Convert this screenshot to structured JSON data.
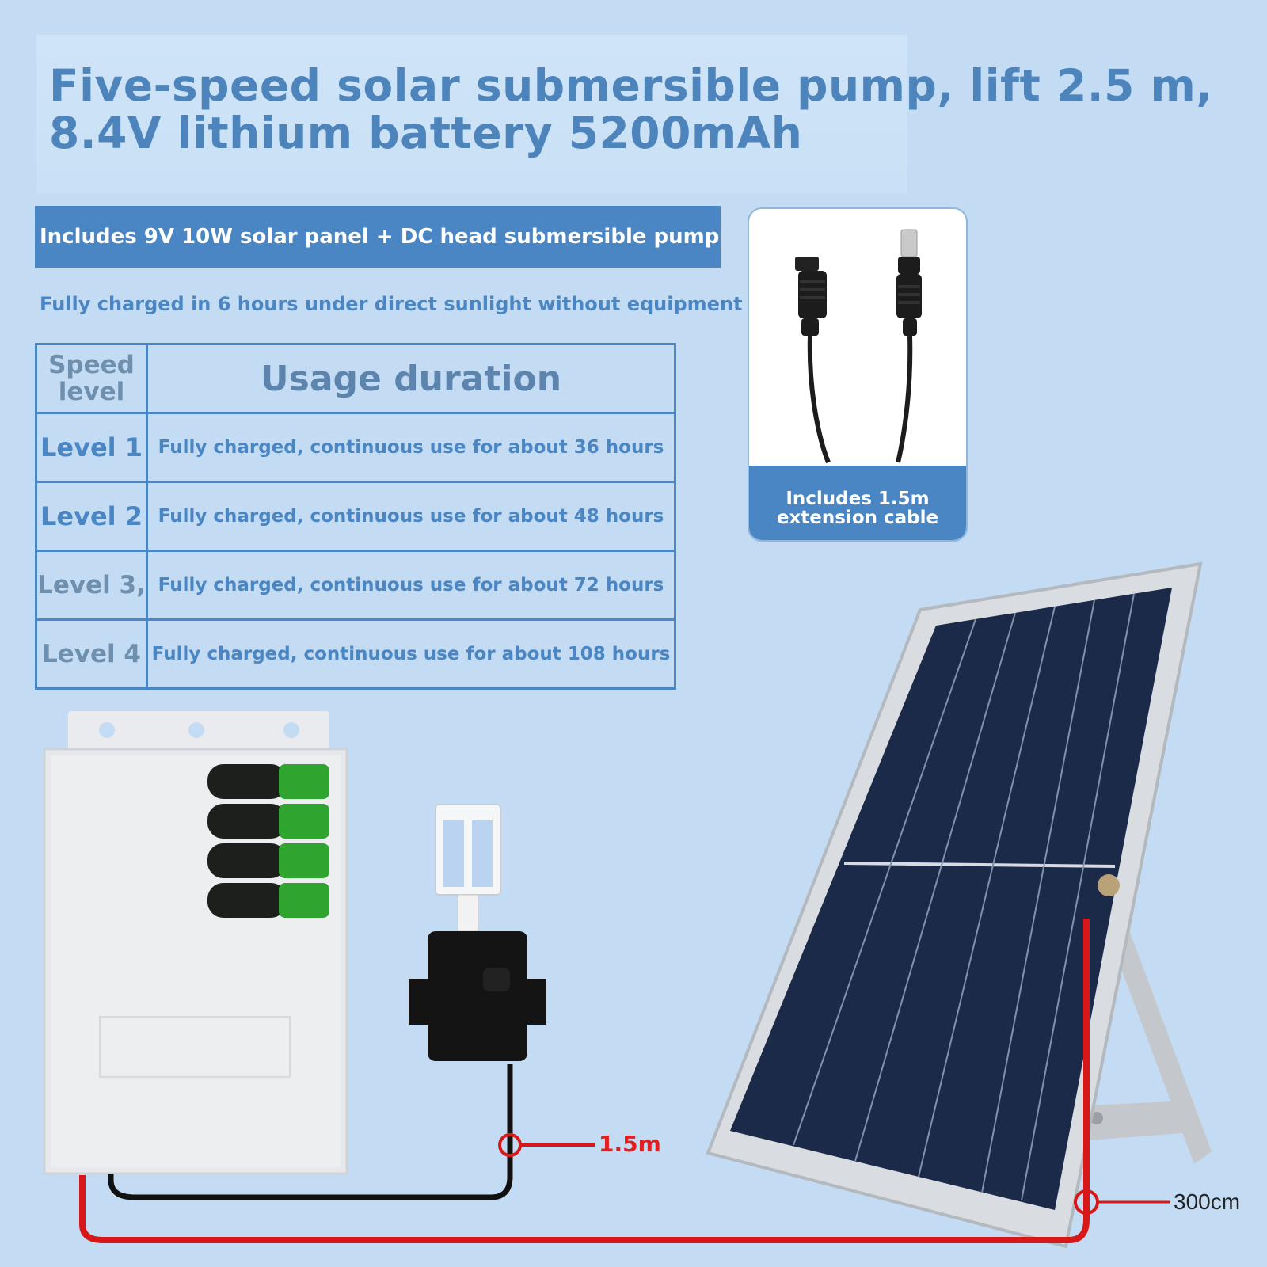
{
  "title": "Five-speed solar submersible pump, lift 2.5 m, 8.4V lithium battery 5200mAh",
  "banner": "Includes 9V 10W solar panel + DC head submersible pump",
  "subtitle": "Fully charged in 6 hours under direct sunlight without equipment",
  "table": {
    "header": {
      "speed": "Speed level",
      "usage": "Usage duration"
    },
    "rows": [
      {
        "level": "Level 1",
        "duration": "Fully charged, continuous use for about 36 hours"
      },
      {
        "level": "Level 2",
        "duration": "Fully charged, continuous use for about 48 hours"
      },
      {
        "level": "Level 3,",
        "duration": "Fully charged, continuous use for about 72 hours"
      },
      {
        "level": "Level 4",
        "duration": "Fully charged, continuous use for about 108 hours"
      }
    ]
  },
  "cable_card": {
    "label": "Includes 1.5m extension cable"
  },
  "dimensions": {
    "pump_cable": "1.5m",
    "panel_cable": "300cm"
  },
  "colors": {
    "accent": "#4a86c4",
    "background": "#c3dcf3",
    "red_wire": "#e02020"
  },
  "icons": [
    "dc-cable-icon",
    "battery-box-icon",
    "battery-cells-icon",
    "submersible-pump-icon",
    "solar-panel-icon"
  ]
}
